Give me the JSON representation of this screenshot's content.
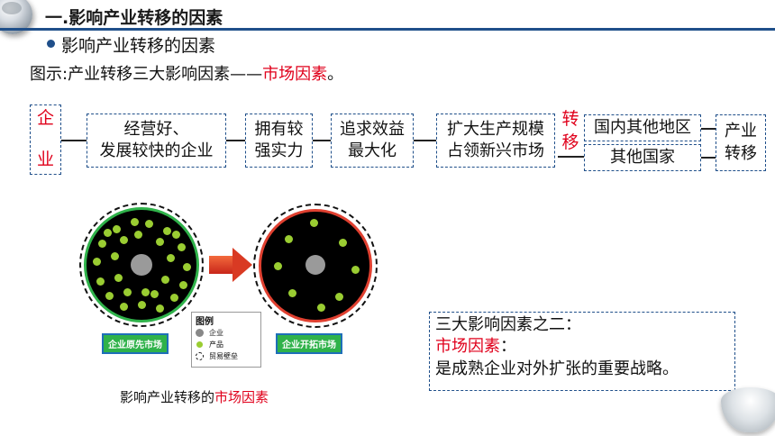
{
  "header": {
    "title": "一.影响产业转移的因素",
    "bullet": "影响产业转移的因素",
    "caption_prefix": "图示:产业转移三大影响因素——",
    "caption_highlight": "市场因素",
    "caption_suffix": "。"
  },
  "flow": {
    "enterprise": [
      "企",
      "业"
    ],
    "box1": [
      "经营好、",
      "发展较快的企业"
    ],
    "box2": [
      "拥有较",
      "强实力"
    ],
    "box3": [
      "追求效益",
      "最大化"
    ],
    "box4": [
      "扩大生产规模",
      "占领新兴市场"
    ],
    "transfer": [
      "转",
      "移"
    ],
    "dest1": "国内其他地区",
    "dest2": "其他国家",
    "result": [
      "产业",
      "转移"
    ]
  },
  "figure": {
    "label_left": "企业原先市场",
    "label_right": "企业开拓市场",
    "legend_title": "图例",
    "legend_items": [
      "企业",
      "产品",
      "贸易壁垒"
    ],
    "caption_prefix": "影响产业转移的",
    "caption_highlight": "市场因素"
  },
  "note": {
    "line1": "三大影响因素之二：",
    "line2": "市场因素",
    "line2_suffix": "：",
    "line3": "是成熟企业对外扩张的重要战略。"
  },
  "colors": {
    "accent": "#1f4f8a",
    "highlight": "#e0001b",
    "product_dot": "#9acd32",
    "left_market_ring": "#2fb24a",
    "right_market_ring": "#e04030"
  }
}
